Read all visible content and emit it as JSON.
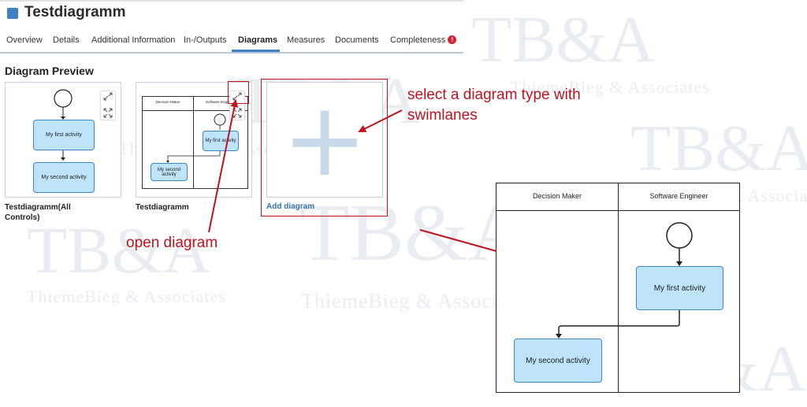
{
  "watermark": {
    "brand": "TB&A",
    "company": "ThiemeBieg & Associates"
  },
  "header": {
    "title": "Testdiagramm",
    "tabs": [
      {
        "label": "Overview"
      },
      {
        "label": "Details"
      },
      {
        "label": "Additional Information"
      },
      {
        "label": "In-/Outputs"
      },
      {
        "label": "Diagrams",
        "active": true
      },
      {
        "label": "Measures"
      },
      {
        "label": "Documents"
      },
      {
        "label": "Completeness",
        "badge": "!"
      }
    ]
  },
  "section": {
    "title": "Diagram Preview"
  },
  "cards": [
    {
      "label": "Testdiagramm(All Controls)",
      "activities": [
        "My first activity",
        "My second activity"
      ]
    },
    {
      "label": "Testdiagramm",
      "lanes": [
        "Decision Maker",
        "Software Engineer"
      ],
      "activities": [
        "My first activity",
        "My second activity"
      ]
    },
    {
      "label": "Add diagram",
      "plus": "+"
    }
  ],
  "annotations": {
    "select": "select a diagram type with swimlanes",
    "open": "open diagram"
  },
  "diagram": {
    "lanes": [
      "Decision Maker",
      "Software Engineer"
    ],
    "activities": [
      "My first activity",
      "My second activity"
    ]
  },
  "colors": {
    "accent": "#3f7fc4",
    "annotation": "#c0121f",
    "activity_fill": "#bfe4fa",
    "activity_border": "#3c87c8"
  }
}
